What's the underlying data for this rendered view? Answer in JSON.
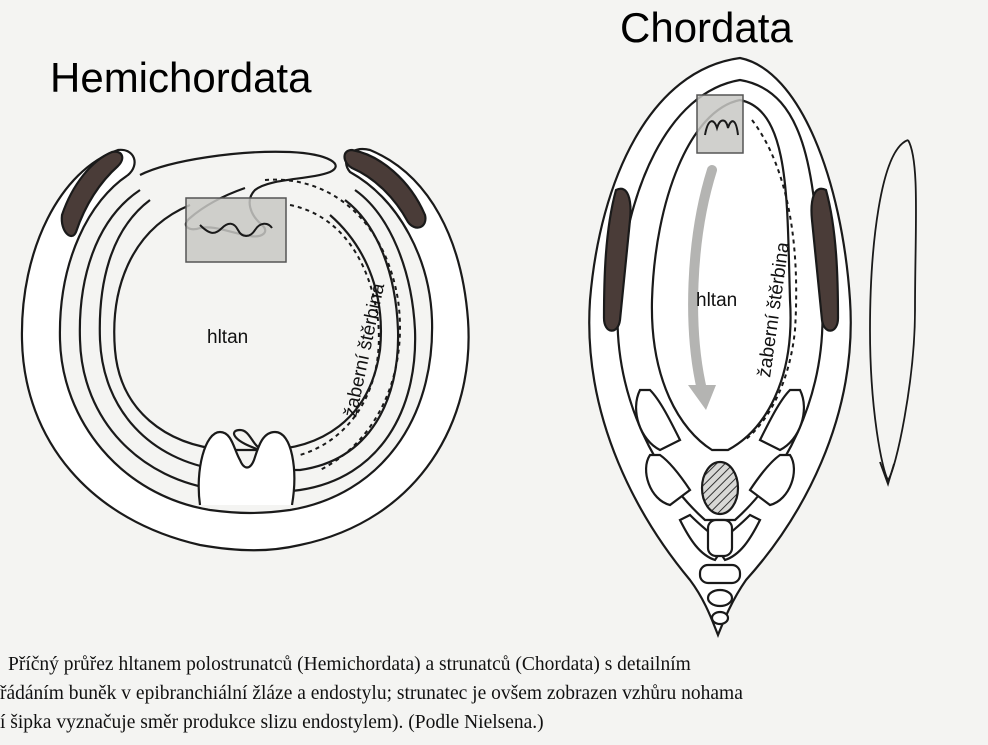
{
  "titles": {
    "hemichordata": "Hemichordata",
    "chordata": "Chordata"
  },
  "labels": {
    "hemi_pharynx": "hltan",
    "hemi_gill_slit": "žaberní štěrbina",
    "chord_pharynx": "hltan",
    "chord_gill_slit": "žaberní štěrbina"
  },
  "caption": {
    "line1": "Příčný průřez hltanem polostrunatců (Hemichordata) a strunatců (Chordata) s detailním",
    "line2": "řádáním buněk v epibranchiální žláze a endostylu; strunatec je ovšem zobrazen vzhůru nohama",
    "line3": "í šipka vyznačuje směr produkce slizu endostylem). (Podle Nielsena.)"
  },
  "colors": {
    "background": "#f4f4f2",
    "outline": "#1a1a1a",
    "dark_band": "#4a3c38",
    "highlight_box": "#c8c8c4",
    "arrow_gray": "#b4b4b2",
    "notochord_hatch": "#333333"
  }
}
